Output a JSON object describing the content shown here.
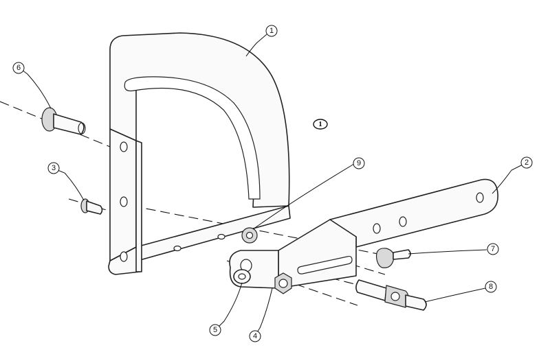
{
  "sheet_marker": "1",
  "balloons": [
    "1",
    "2",
    "3",
    "4",
    "5",
    "6",
    "7",
    "8",
    "9"
  ]
}
